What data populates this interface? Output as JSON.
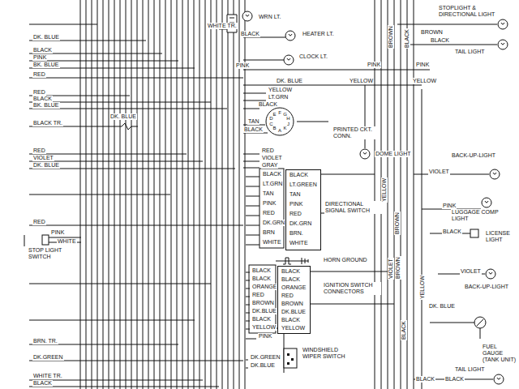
{
  "diagram": {
    "nodes": [
      {
        "text": [
          "F",
          "G",
          "H",
          "J",
          "K",
          "A",
          "B",
          "C",
          "D",
          "E"
        ]
      },
      {
        "text": [
          "BLACK",
          "LT.GREEN",
          "TAN",
          "PINK",
          "RED",
          "DK.GRN",
          "BRN.",
          "WHITE"
        ]
      },
      {
        "text": [
          "BLACK",
          "BLACK",
          "ORANGE",
          "RED",
          "BROWN",
          "DK.BLUE",
          "BLACK",
          "YELLOW"
        ]
      }
    ],
    "labels": [
      "WRN LT.",
      "WHITE TR.",
      "BLACK",
      "DK. BLUE",
      "BLACK",
      "PINK",
      "BK. BLUE",
      "HEATER LT.",
      "CLOCK LT.",
      "PINK",
      "PINK",
      "PINK",
      "RED",
      "DK. BLUE",
      "YELLOW",
      "YELLOW",
      "YELLOW",
      "LT.GRN",
      "RED",
      "BLACK",
      "BK. BLUE",
      "BLACK",
      "BLACK TR.",
      "DK. BLUE",
      "TAN",
      "BLACK",
      "PRINTED CKT. CONN.",
      "DOME LIGHT",
      "RED",
      "VIOLET",
      "DK. BLUE",
      "RED",
      "VIOLET",
      "GRAY",
      "BLACK",
      "LT.GRN",
      "TAN",
      "PINK",
      "RED",
      "DK.GRN",
      "BRN",
      "WHITE",
      "DIRECTIONAL SIGNAL SWITCH",
      "RED",
      "PINK",
      "WHITE",
      "STOP LIGHT SWITCH",
      "HORN GROUND",
      "BLACK",
      "BLACK",
      "ORANGE",
      "RED",
      "BROWN",
      "DK.BLUE",
      "BLACK",
      "YELLOW",
      "IGNITION SWITCH CONNECTORS",
      "PINK",
      "BRN. TR.",
      "DK.GREEN",
      "DK.GREEN",
      "DK.BLUE",
      "WINDSHIELD WIPER SWITCH",
      "WHITE TR.",
      "BLACK",
      "STOPLIGHT & DIRECTIONAL LIGHT",
      "BROWN",
      "BLACK",
      "TAIL LIGHT",
      "BACK-UP-LIGHT",
      "VIOLET",
      "PINK",
      "LUGGAGE COMP LIGHT",
      "BLACK",
      "LICENSE LIGHT",
      "VIOLET",
      "BACK-UP-LIGHT",
      "DK. BLUE",
      "FUEL GAUGE (TANK UNIT)",
      "BLACK",
      "BLACK",
      "TAIL LIGHT",
      "BROWN",
      "BLACK",
      "YELLOW",
      "BROWN",
      "VIOLET",
      "BROWN",
      "YELLOW",
      "BLACK"
    ]
  }
}
